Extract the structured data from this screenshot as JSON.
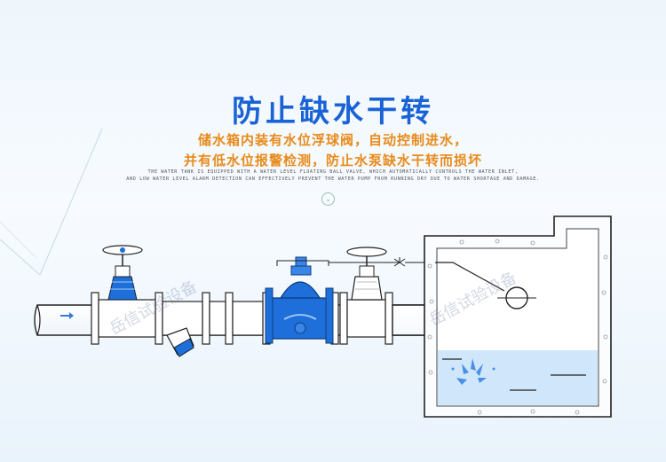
{
  "title": "防止缺水干转",
  "subtitle_line1": "储水箱内装有水位浮球阀，自动控制进水，",
  "subtitle_line2": "并有低水位报警检测，防止水泵缺水干转而损坏",
  "english_line1": "THE WATER TANK IS EQUIPPED WITH A WATER LEVEL FLOATING BALL VALVE, WHICH AUTOMATICALLY CONTROLS THE WATER INLET,",
  "english_line2": "AND LOW WATER LEVEL ALARM DETECTION CAN EFFECTIVELY PREVENT THE WATER PUMP FROM RUNNING DRY DUE TO WATER SHORTAGE AND DAMAGE.",
  "watermark": "岳信试验设备",
  "colors": {
    "title": "#1a63d6",
    "subtitle": "#e88a1a",
    "valve_blue": "#1e6fd9",
    "water": "#cfe6fb",
    "flow_arrow_blue": "#3a78d8",
    "flow_arrow_red": "#e04040"
  },
  "icons": [
    "chevron-down-icon",
    "gate-valve-icon",
    "y-strainer-icon",
    "float-valve-icon",
    "float-ball-icon",
    "water-splash-icon"
  ]
}
